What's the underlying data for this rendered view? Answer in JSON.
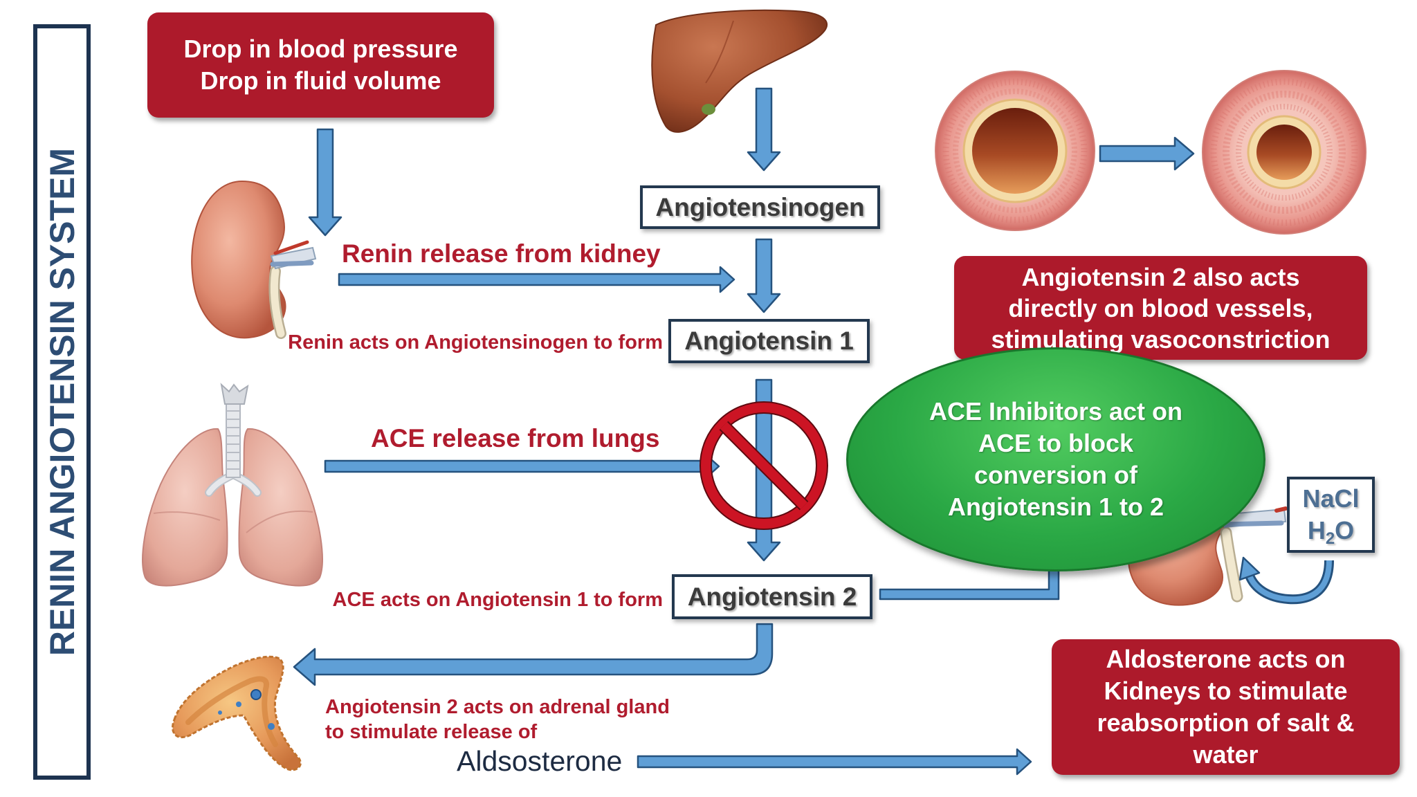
{
  "diagram_title": "RENIN ANGIOTENSIN SYSTEM",
  "trigger": {
    "line1": "Drop in blood pressure",
    "line2": "Drop in fluid volume"
  },
  "nodes": {
    "angiotensinogen": "Angiotensinogen",
    "angiotensin_1": "Angiotensin 1",
    "angiotensin_2": "Angiotensin 2"
  },
  "steps": {
    "renin_release": "Renin release from kidney",
    "renin_action": "Renin acts on Angiotensinogen to form",
    "ace_release": "ACE release from lungs",
    "ace_action": "ACE acts on Angiotensin 1 to form",
    "adrenal_line1": "Angiotensin 2 acts on adrenal gland",
    "adrenal_line2": "to stimulate release of",
    "hormone": "Aldsosterone"
  },
  "vasoconstriction_note": {
    "lines": [
      "Angiotensin 2 also acts",
      "directly on blood vessels,",
      "stimulating vasoconstriction"
    ]
  },
  "ace_inhibitor_note": {
    "lines": [
      "ACE Inhibitors act on",
      "ACE to block",
      "conversion of",
      "Angiotensin 1 to 2"
    ]
  },
  "reabsorbed": {
    "salt": "NaCl",
    "water_h": "H",
    "water_sub": "2",
    "water_o": "O"
  },
  "aldosterone_note": {
    "lines": [
      "Aldosterone acts on",
      "Kidneys to stimulate",
      "reabsorption of salt &",
      "water"
    ]
  },
  "icons": {
    "kidney": "kidney-icon",
    "liver": "liver-icon",
    "lungs": "lungs-icon",
    "adrenal": "adrenal-gland-icon",
    "vessel_normal": "blood-vessel-normal-icon",
    "vessel_constricted": "blood-vessel-constricted-icon",
    "blocked": "no-symbol-icon"
  },
  "colors": {
    "note_red": "#ad1a2b",
    "label_red": "#b01c2e",
    "inhibitor_green": "#2aa845",
    "arrow_blue": "#5f9fd6",
    "outline_navy": "#23384f",
    "title_blue": "#2d4d74"
  }
}
